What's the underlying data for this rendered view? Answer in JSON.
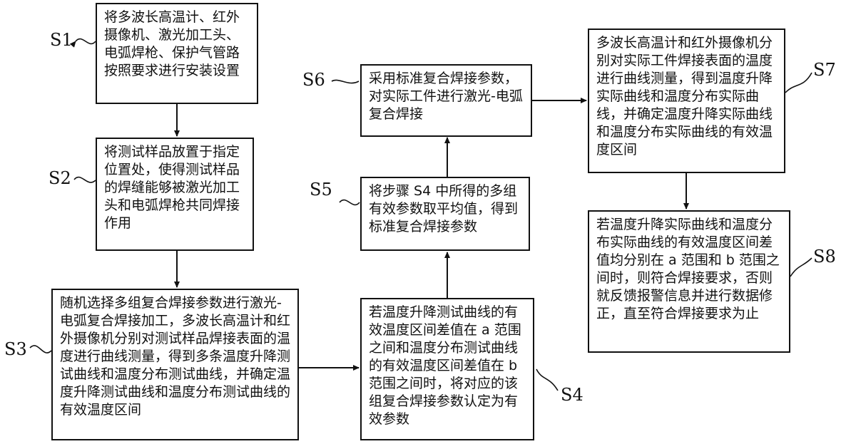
{
  "steps": {
    "s1": {
      "label": "S1",
      "text": "将多波长高温计、红外摄像机、激光加工头、电弧焊枪、保护气管路按照要求进行安装设置"
    },
    "s2": {
      "label": "S2",
      "text": "将测试样品放置于指定位置处，使得测试样品的焊缝能够被激光加工头和电弧焊枪共同焊接作用"
    },
    "s3": {
      "label": "S3",
      "text": "随机选择多组复合焊接参数进行激光-电弧复合焊接加工，多波长高温计和红外摄像机分别对测试样品焊接表面的温度进行曲线测量，得到多条温度升降测试曲线和温度分布测试曲线，并确定温度升降测试曲线和温度分布测试曲线的有效温度区间"
    },
    "s4": {
      "label": "S4",
      "text": "若温度升降测试曲线的有效温度区间差值在 a 范围之间和温度分布测试曲线的有效温度区间差值在 b 范围之间时，将对应的该组复合焊接参数认定为有效参数"
    },
    "s5": {
      "label": "S5",
      "text": "将步骤 S4 中所得的多组有效参数取平均值，得到标准复合焊接参数"
    },
    "s6": {
      "label": "S6",
      "text": "采用标准复合焊接参数，对实际工件进行激光-电弧复合焊接"
    },
    "s7": {
      "label": "S7",
      "text": "多波长高温计和红外摄像机分别对实际工件焊接表面的温度进行曲线测量，得到温度升降实际曲线和温度分布实际曲线，并确定温度升降实际曲线和温度分布实际曲线的有效温度区间"
    },
    "s8": {
      "label": "S8",
      "text": "若温度升降实际曲线和温度分布实际曲线的有效温度区间差值均分别在 a 范围和 b 范围之间时，则符合焊接要求，否则就反馈报警信息并进行数据修正，直至符合焊接要求为止"
    }
  }
}
